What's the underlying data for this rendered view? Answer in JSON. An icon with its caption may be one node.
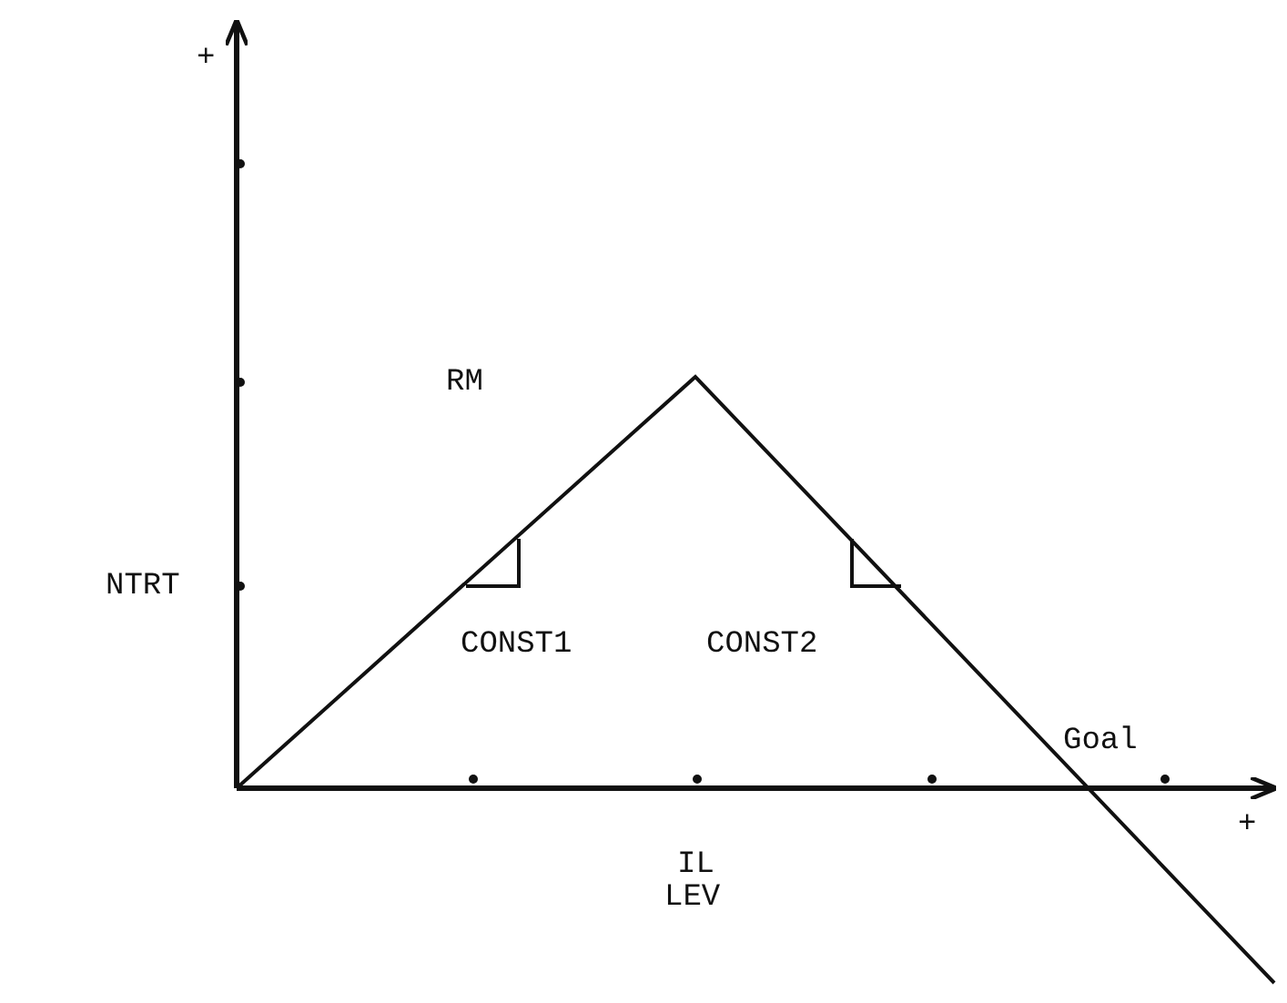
{
  "diagram": {
    "labels": [
      "+",
      "RM",
      "NTRT",
      "CONST1",
      "CONST2",
      "Goal",
      "+",
      "IL",
      "LEV"
    ]
  }
}
